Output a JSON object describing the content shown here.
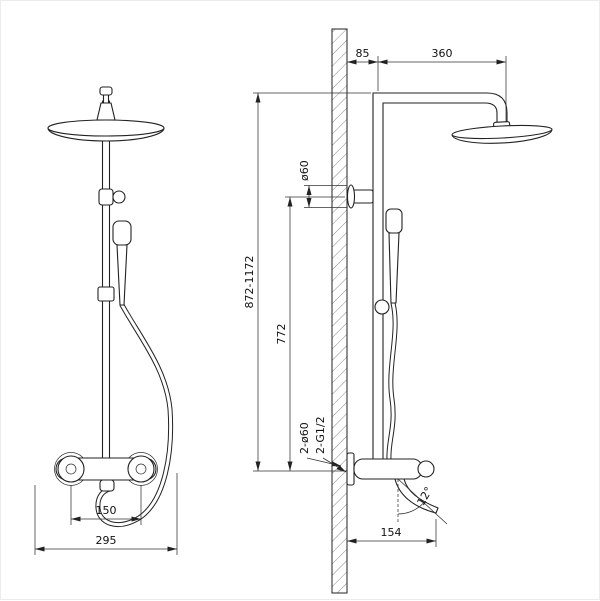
{
  "drawing": {
    "front_view": {
      "dim_handle_spacing": "150",
      "dim_overall_width": "295"
    },
    "side_view": {
      "dim_wall_to_riser": "85",
      "dim_arm_reach": "360",
      "dim_bracket_diameter": "ø60",
      "dim_height_range": "872-1172",
      "dim_bracket_height": "772",
      "label_escutcheons": "2-ø60",
      "label_connections": "2-G1/2",
      "angle_spout": "12°",
      "dim_spout_reach": "154"
    }
  }
}
